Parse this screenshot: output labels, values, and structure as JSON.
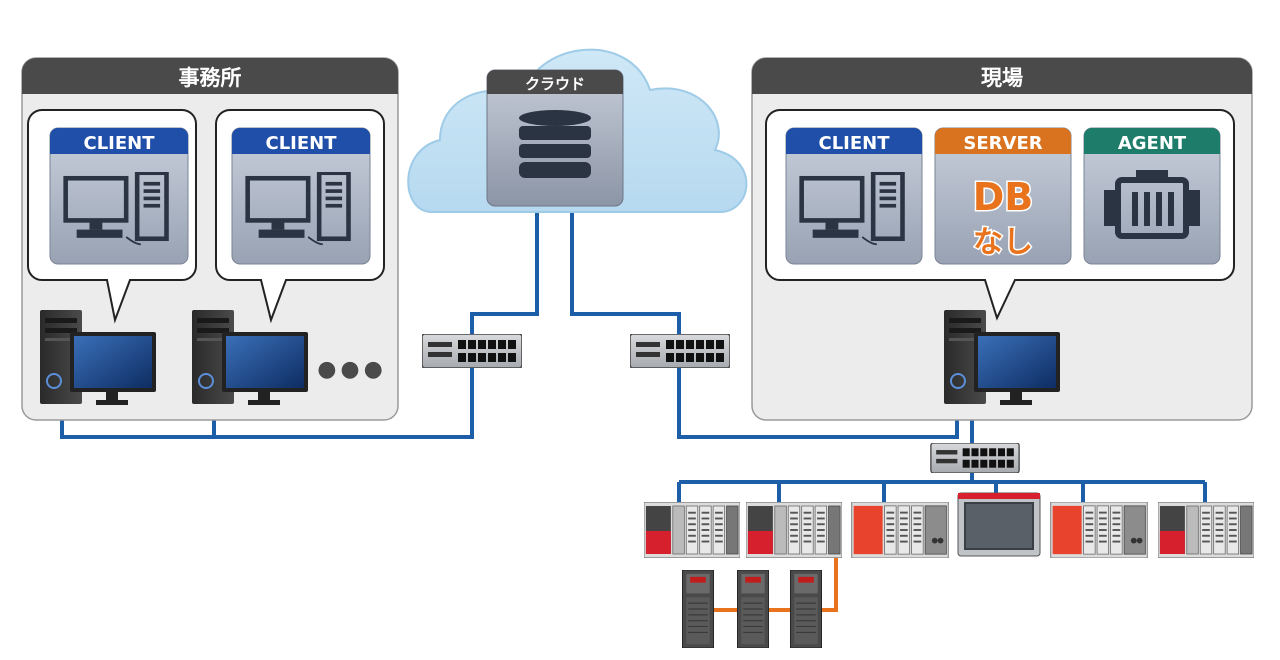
{
  "office": {
    "title": "事務所",
    "clients": [
      "CLIENT",
      "CLIENT"
    ],
    "more": "●●●"
  },
  "cloud": {
    "title": "クラウド"
  },
  "site": {
    "title": "現場",
    "roles": [
      {
        "label": "CLIENT",
        "color": "#1f4fa8"
      },
      {
        "label": "SERVER",
        "color": "#d9731f"
      },
      {
        "label": "AGENT",
        "color": "#1d7d6a"
      }
    ],
    "server_note_line1": "DB",
    "server_note_line2": "なし"
  },
  "colors": {
    "network_line": "#1c5ea8",
    "serial_line": "#e8731c",
    "panel_bg": "#ececec",
    "panel_header": "#4a4a4a",
    "client_header": "#1f4fa8",
    "server_header": "#d9731f",
    "agent_header": "#1d7d6a",
    "plc_red": "#d7202e",
    "plc_orange_red": "#e8432c"
  }
}
